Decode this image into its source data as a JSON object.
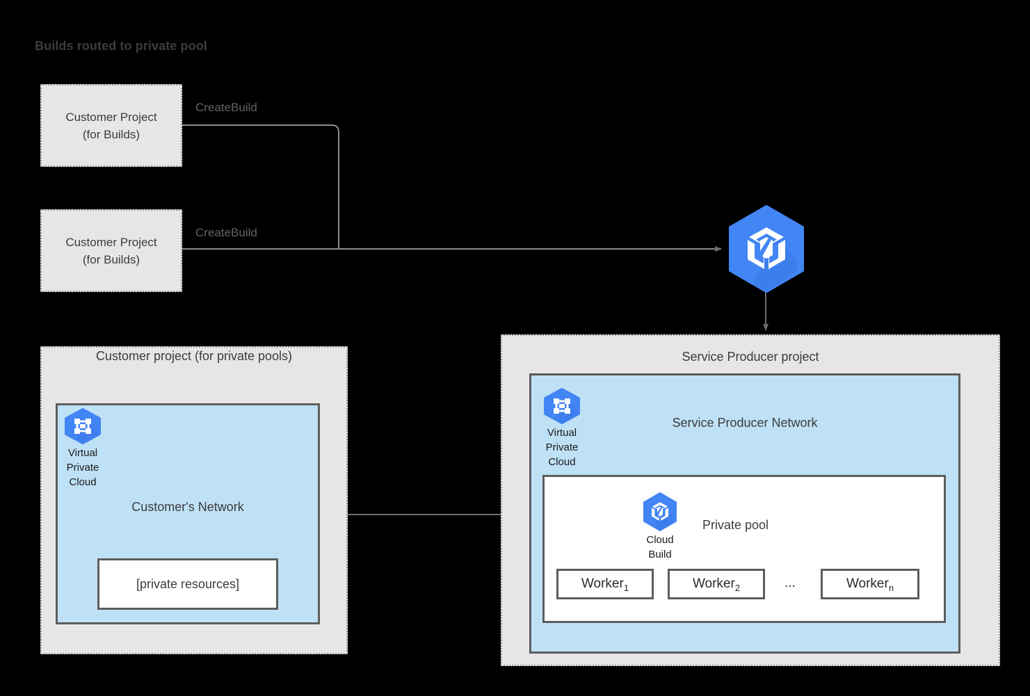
{
  "title": "Builds routed to private pool",
  "colors": {
    "background": "#000000",
    "project_fill": "#e6e6e6",
    "project_border": "#9a9a9a",
    "network_fill": "#bfe1f6",
    "network_border": "#5d5d5d",
    "gcp_blue": "#4285f4",
    "text_dark": "#3c3c3c",
    "label_gray": "#636363",
    "connector_gray": "#6e6e6e"
  },
  "customer_build_projects": [
    {
      "line1": "Customer Project",
      "line2": "(for Builds)",
      "edge_label": "CreateBuild"
    },
    {
      "line1": "Customer Project",
      "line2": "(for Builds)",
      "edge_label": "CreateBuild"
    }
  ],
  "cloud_build_service": {
    "icon": "cloud-build-icon"
  },
  "customer_private_pool_project": {
    "title": "Customer project (for private pools)",
    "network": {
      "title": "Customer's Network",
      "vpc_icon_caption": "Virtual\nPrivate\nCloud",
      "vpc_caption_lines": [
        "Virtual",
        "Private",
        "Cloud"
      ],
      "inner_box_label": "[private resources]"
    }
  },
  "service_producer_project": {
    "title": "Service Producer project",
    "network": {
      "title": "Service Producer Network",
      "vpc_caption_lines": [
        "Virtual",
        "Private",
        "Cloud"
      ],
      "private_pool": {
        "title": "Private pool",
        "cloud_build_caption_lines": [
          "Cloud",
          "Build"
        ],
        "workers": [
          {
            "name": "Worker",
            "subscript": "1"
          },
          {
            "name": "Worker",
            "subscript": "2"
          },
          {
            "name": "Worker",
            "subscript": "n"
          }
        ],
        "ellipsis": "..."
      }
    }
  },
  "connections": [
    {
      "from": "customer-project-1",
      "to": "cloud-build-service",
      "label": "CreateBuild",
      "arrow": "single"
    },
    {
      "from": "customer-project-2",
      "to": "cloud-build-service",
      "label": "CreateBuild",
      "arrow": "single"
    },
    {
      "from": "cloud-build-service",
      "to": "service-producer-project",
      "label": "",
      "arrow": "single"
    },
    {
      "from": "customers-network",
      "to": "service-producer-network",
      "label": "",
      "arrow": "double"
    }
  ]
}
